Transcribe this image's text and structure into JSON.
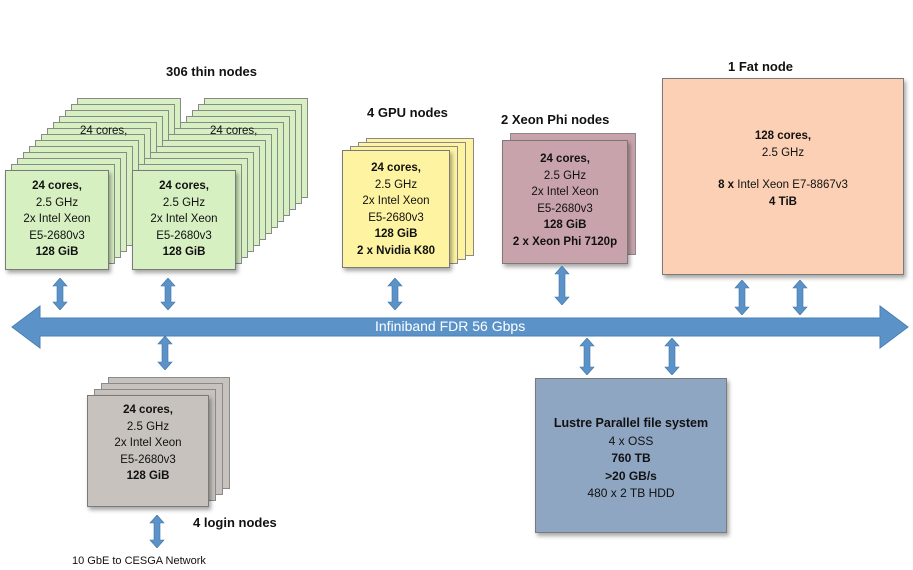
{
  "colors": {
    "thin": "#d6f0c2",
    "gpu": "#fdf3a0",
    "phi": "#c9a3ac",
    "fat": "#fbd0b4",
    "login": "#c7c2bd",
    "lustre": "#8fa6c3",
    "network": "#5b93c9"
  },
  "network": {
    "label": "Infiniband FDR 56 Gbps"
  },
  "thin": {
    "title": "306 thin nodes",
    "peek": "24 cores,",
    "lines": [
      "24 cores,",
      "2.5 GHz",
      "2x Intel Xeon",
      "E5-2680v3",
      "128 GiB"
    ]
  },
  "gpu": {
    "title": "4  GPU nodes",
    "lines": [
      "24 cores,",
      "2.5 GHz",
      "2x Intel Xeon",
      "E5-2680v3",
      "128 GiB",
      "2 x Nvidia K80"
    ]
  },
  "phi": {
    "title": "2 Xeon Phi nodes",
    "lines": [
      "24 cores,",
      "2.5 GHz",
      "2x Intel Xeon",
      "E5-2680v3",
      "128 GiB",
      "2 x Xeon Phi 7120p"
    ]
  },
  "fat": {
    "title": "1 Fat node",
    "line1": "128 cores,",
    "line2": "2.5 GHz",
    "line3_bold": "8 x",
    "line3_rest": " Intel Xeon E7-8867v3",
    "line4": "4 TiB"
  },
  "login": {
    "title": "4 login nodes",
    "lines": [
      "24 cores,",
      "2.5 GHz",
      "2x Intel Xeon",
      "E5-2680v3",
      "128 GiB"
    ],
    "footer": "10 GbE to CESGA Network"
  },
  "lustre": {
    "lines": [
      "Lustre Parallel file system",
      "4 x OSS",
      "760 TB",
      ">20 GB/s",
      "480 x 2 TB HDD"
    ]
  }
}
